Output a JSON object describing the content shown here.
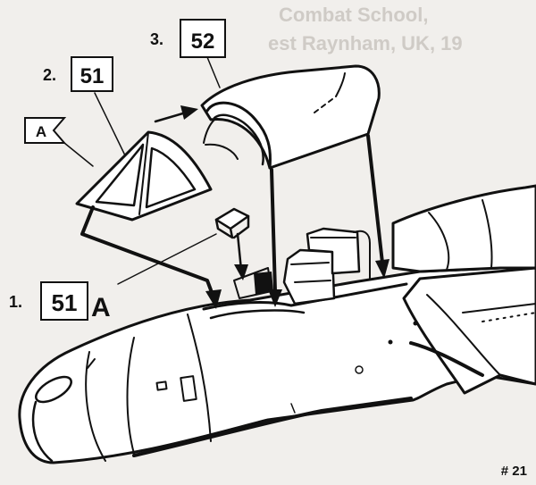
{
  "background_text": {
    "line1": "Combat School,",
    "line2": "est Raynham, UK, 19"
  },
  "steps": [
    {
      "step": "1.",
      "part": "51",
      "suffix": "A"
    },
    {
      "step": "2.",
      "part": "51"
    },
    {
      "step": "3.",
      "part": "52"
    }
  ],
  "variant_flag": "A",
  "page_number": "# 21",
  "colors": {
    "ink": "#111111",
    "paper": "#f1efec",
    "ghost": "#cfcbc6"
  }
}
